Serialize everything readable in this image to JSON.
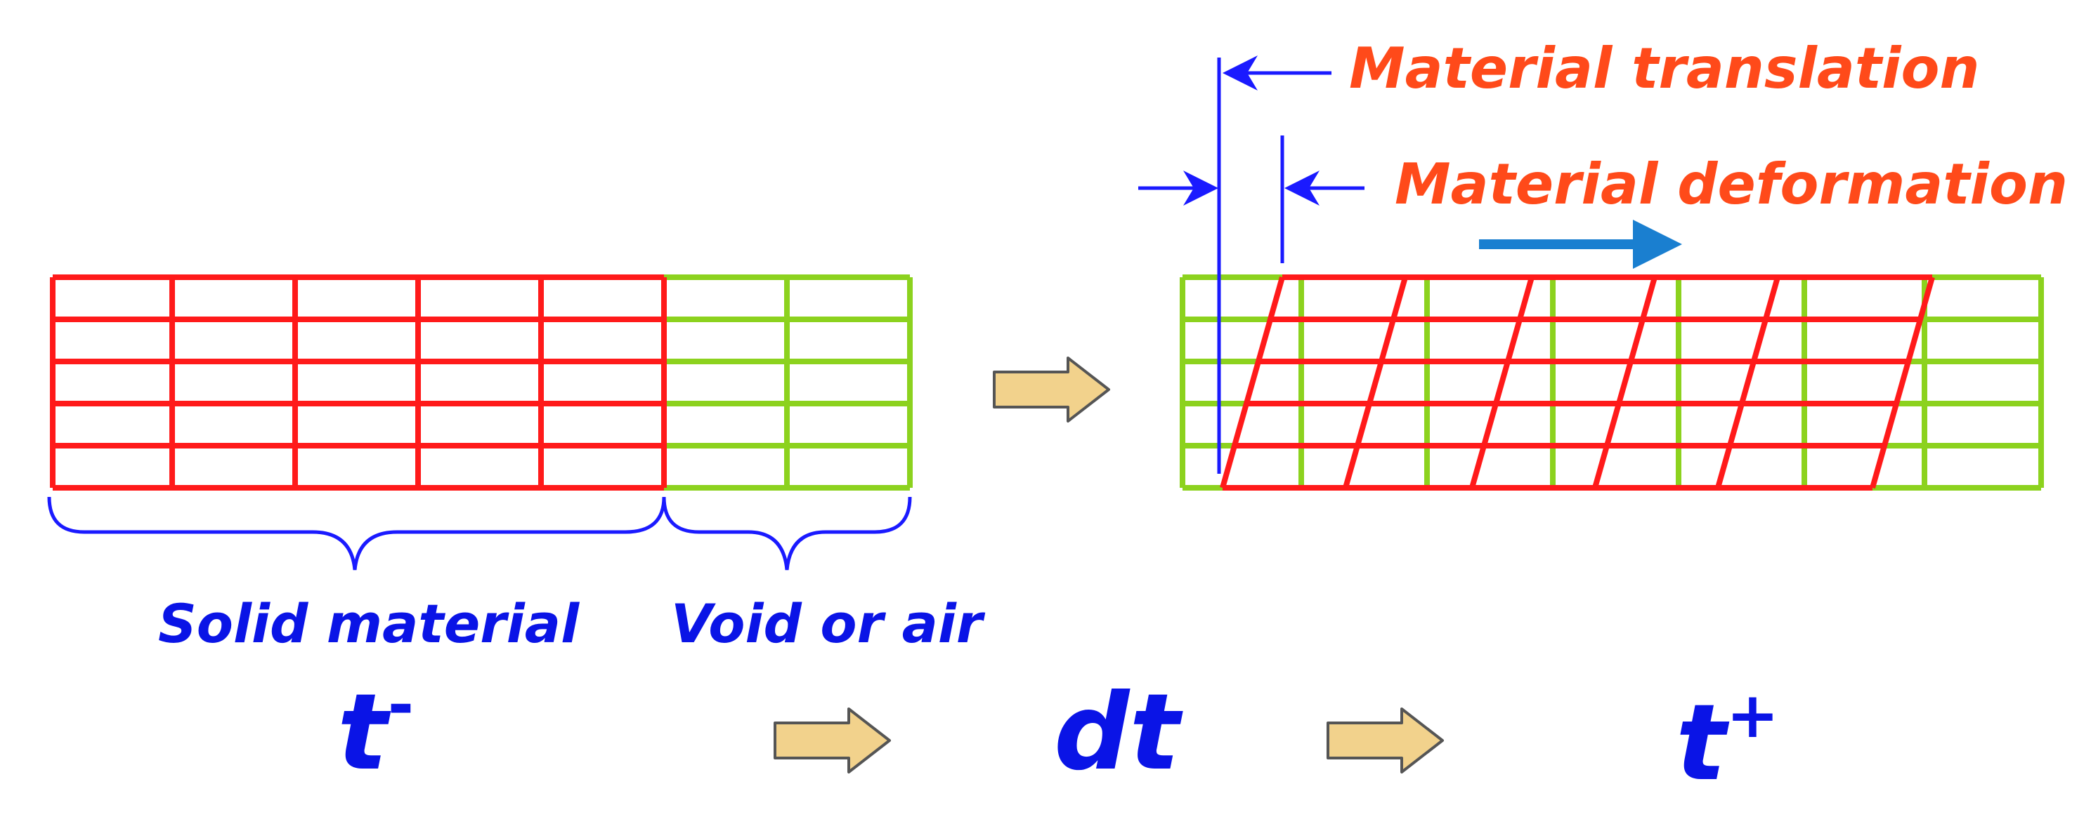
{
  "labels": {
    "material_translation": "Material translation",
    "material_deformation": "Material deformation",
    "solid_material": "Solid material",
    "void_or_air": "Void or air"
  },
  "time": {
    "before": {
      "base": "t",
      "sup": "-"
    },
    "step": "dt",
    "after": {
      "base": "t",
      "sup": "+"
    }
  },
  "colors": {
    "solid": "#ff1a1a",
    "void": "#8cd21e",
    "annotation_text": "#ff4a1a",
    "dimension_lines": "#1a1aff",
    "time_text": "#0a14e6",
    "motion_arrow": "#1a7fd0",
    "step_arrow_fill": "#f2d28c",
    "step_arrow_stroke": "#555555"
  },
  "icons": {
    "step_arrow": "block-arrow-right",
    "motion_arrow": "arrow-right",
    "dimension_arrow": "arrow-left"
  }
}
